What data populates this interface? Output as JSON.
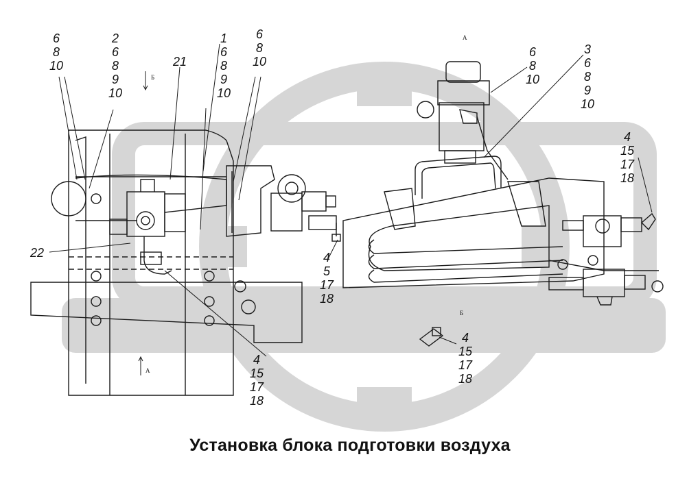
{
  "caption": "Установка блока подготовки воздуха",
  "view_marks": {
    "a_top": "А",
    "a_bottom": "А",
    "b_left": "Б",
    "b_right": "Б"
  },
  "callouts": {
    "c1": [
      "6",
      "8",
      "10"
    ],
    "c2": [
      "2",
      "6",
      "8",
      "9",
      "10"
    ],
    "c3": [
      "21"
    ],
    "c4": [
      "1",
      "6",
      "8",
      "9",
      "10"
    ],
    "c5": [
      "6",
      "8",
      "10"
    ],
    "c6": [
      "6",
      "8",
      "10"
    ],
    "c7": [
      "3",
      "6",
      "8",
      "9",
      "10"
    ],
    "c8": [
      "4",
      "15",
      "17",
      "18"
    ],
    "c9": [
      "22"
    ],
    "c10": [
      "4",
      "5",
      "17",
      "18"
    ],
    "c11": [
      "4",
      "15",
      "17",
      "18"
    ],
    "c12": [
      "4",
      "15",
      "17",
      "18"
    ]
  },
  "colors": {
    "line": "#1a1a1a",
    "watermark": "#d6d6d6",
    "background": "#ffffff"
  }
}
